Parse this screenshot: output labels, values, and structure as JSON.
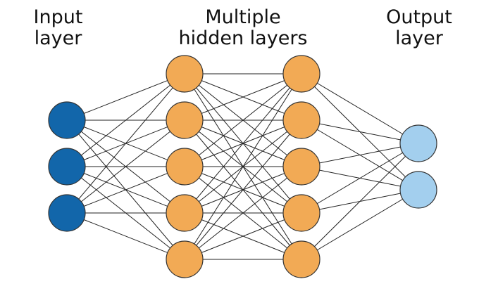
{
  "labels": {
    "input": [
      "Input",
      "layer"
    ],
    "hidden": [
      "Multiple",
      "hidden layers"
    ],
    "output": [
      "Output",
      "layer"
    ]
  },
  "network": {
    "layers": [
      {
        "name": "input",
        "nodes": 3,
        "color": "#1266aa"
      },
      {
        "name": "hidden-1",
        "nodes": 5,
        "color": "#f2aa55"
      },
      {
        "name": "hidden-2",
        "nodes": 5,
        "color": "#f2aa55"
      },
      {
        "name": "output",
        "nodes": 2,
        "color": "#a3cfee"
      }
    ],
    "edge_color": "#222222",
    "node_stroke": "#333333",
    "fully_connected": true
  }
}
